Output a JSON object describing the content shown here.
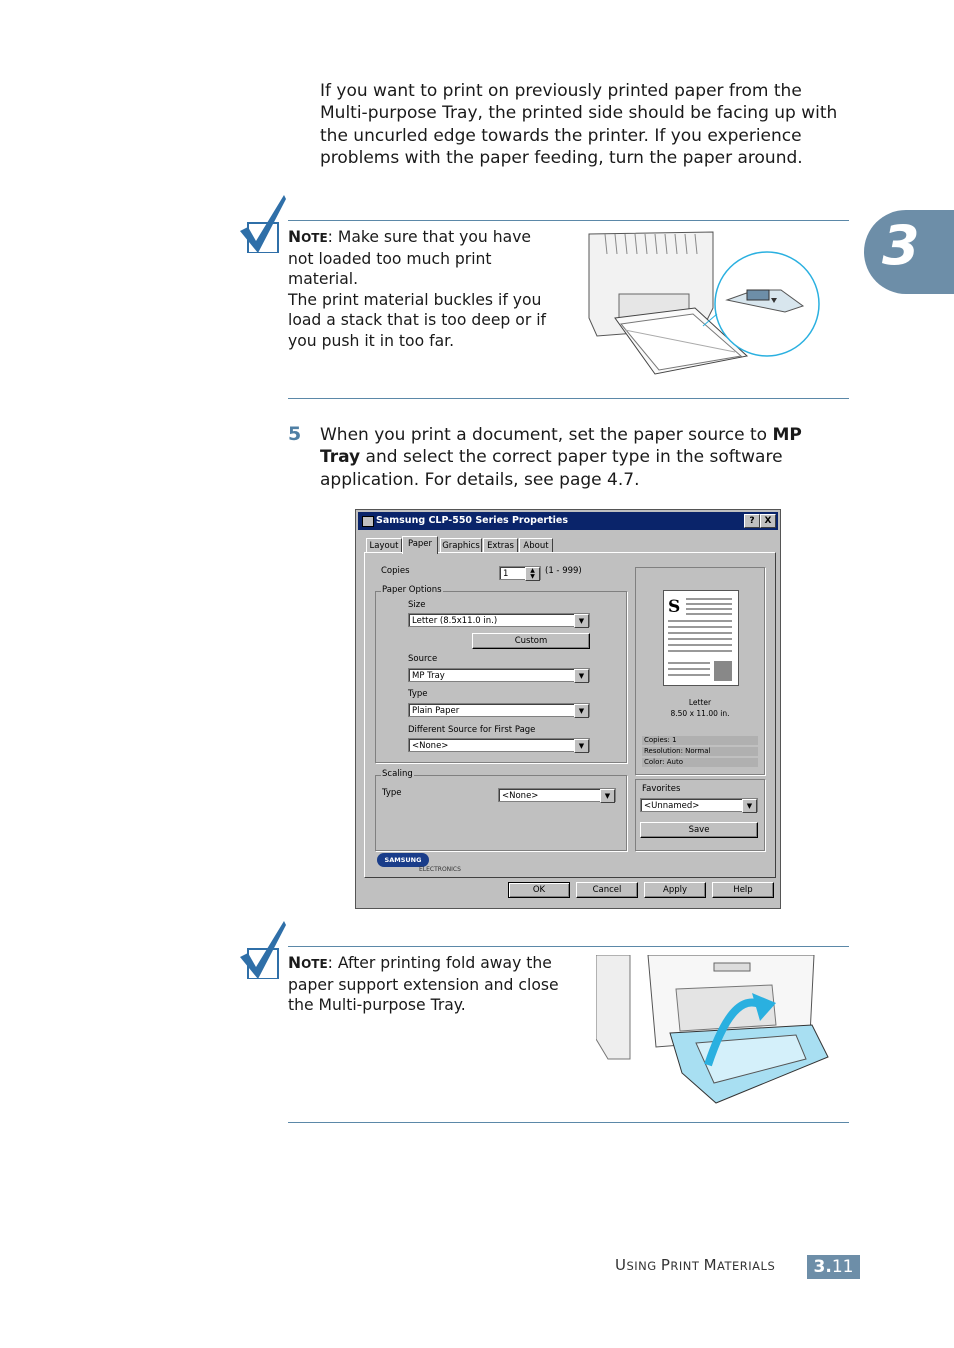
{
  "chapter": {
    "number": "3"
  },
  "intro_paragraph": "If you want to print on previously printed paper from the Multi-purpose Tray, the printed side should be facing up with the uncurled edge towards the printer. If you experience problems with the paper feeding, turn the paper around.",
  "note1": {
    "label_cap": "N",
    "label_rest": "OTE",
    "text_lines": [
      ": Make sure that you have",
      "not loaded too much print",
      "material.",
      "The print material buckles if you",
      "load a stack that is too deep or if",
      "you push it in too far."
    ]
  },
  "step5": {
    "number": "5",
    "line1_prefix": "When you print a document, set the paper source to ",
    "line1_bold": "MP",
    "line2_bold": "Tray",
    "line2_rest": " and select the correct paper type in the software",
    "line3": "application. For details, see page 4.7."
  },
  "dialog": {
    "title": "Samsung CLP-550 Series Properties",
    "title_buttons": [
      "?",
      "X"
    ],
    "tabs": [
      "Layout",
      "Paper",
      "Graphics",
      "Extras",
      "About"
    ],
    "active_tab": "Paper",
    "copies_label": "Copies",
    "copies_value": "1",
    "copies_range": "(1 - 999)",
    "paper_options_label": "Paper Options",
    "size_label": "Size",
    "size_value": "Letter (8.5x11.0 in.)",
    "custom_button": "Custom",
    "source_label": "Source",
    "source_value": "MP Tray",
    "type_label": "Type",
    "type_value": "Plain Paper",
    "diff_source_label": "Different Source for First Page",
    "diff_source_value": "<None>",
    "scaling_label": "Scaling",
    "scaling_type_label": "Type",
    "scaling_type_value": "<None>",
    "preview_letter": "S",
    "preview_size_name": "Letter",
    "preview_size_dims": "8.50 x 11.00 in.",
    "info_copies": "Copies: 1",
    "info_resolution": "Resolution: Normal",
    "info_color": "Color: Auto",
    "favorites_label": "Favorites",
    "favorites_value": "<Unnamed>",
    "save_button": "Save",
    "brand_top": "SAMSUNG",
    "brand_bottom": "ELECTRONICS",
    "ok_button": "OK",
    "cancel_button": "Cancel",
    "apply_button": "Apply",
    "help_button": "Help"
  },
  "note2": {
    "label_cap": "N",
    "label_rest": "OTE",
    "text_lines": [
      ": After printing fold away the",
      "paper support extension and close",
      "the Multi-purpose Tray."
    ]
  },
  "footer": {
    "section_parts": [
      "U",
      "SING ",
      "P",
      "RINT ",
      "M",
      "ATERIALS"
    ],
    "page_prefix": "3.",
    "page_number": "11"
  },
  "colors": {
    "accent": "#6d8ea8",
    "rule": "#5b88a8",
    "step_number": "#4f7fa4",
    "highlight": "#2ab0e0"
  }
}
